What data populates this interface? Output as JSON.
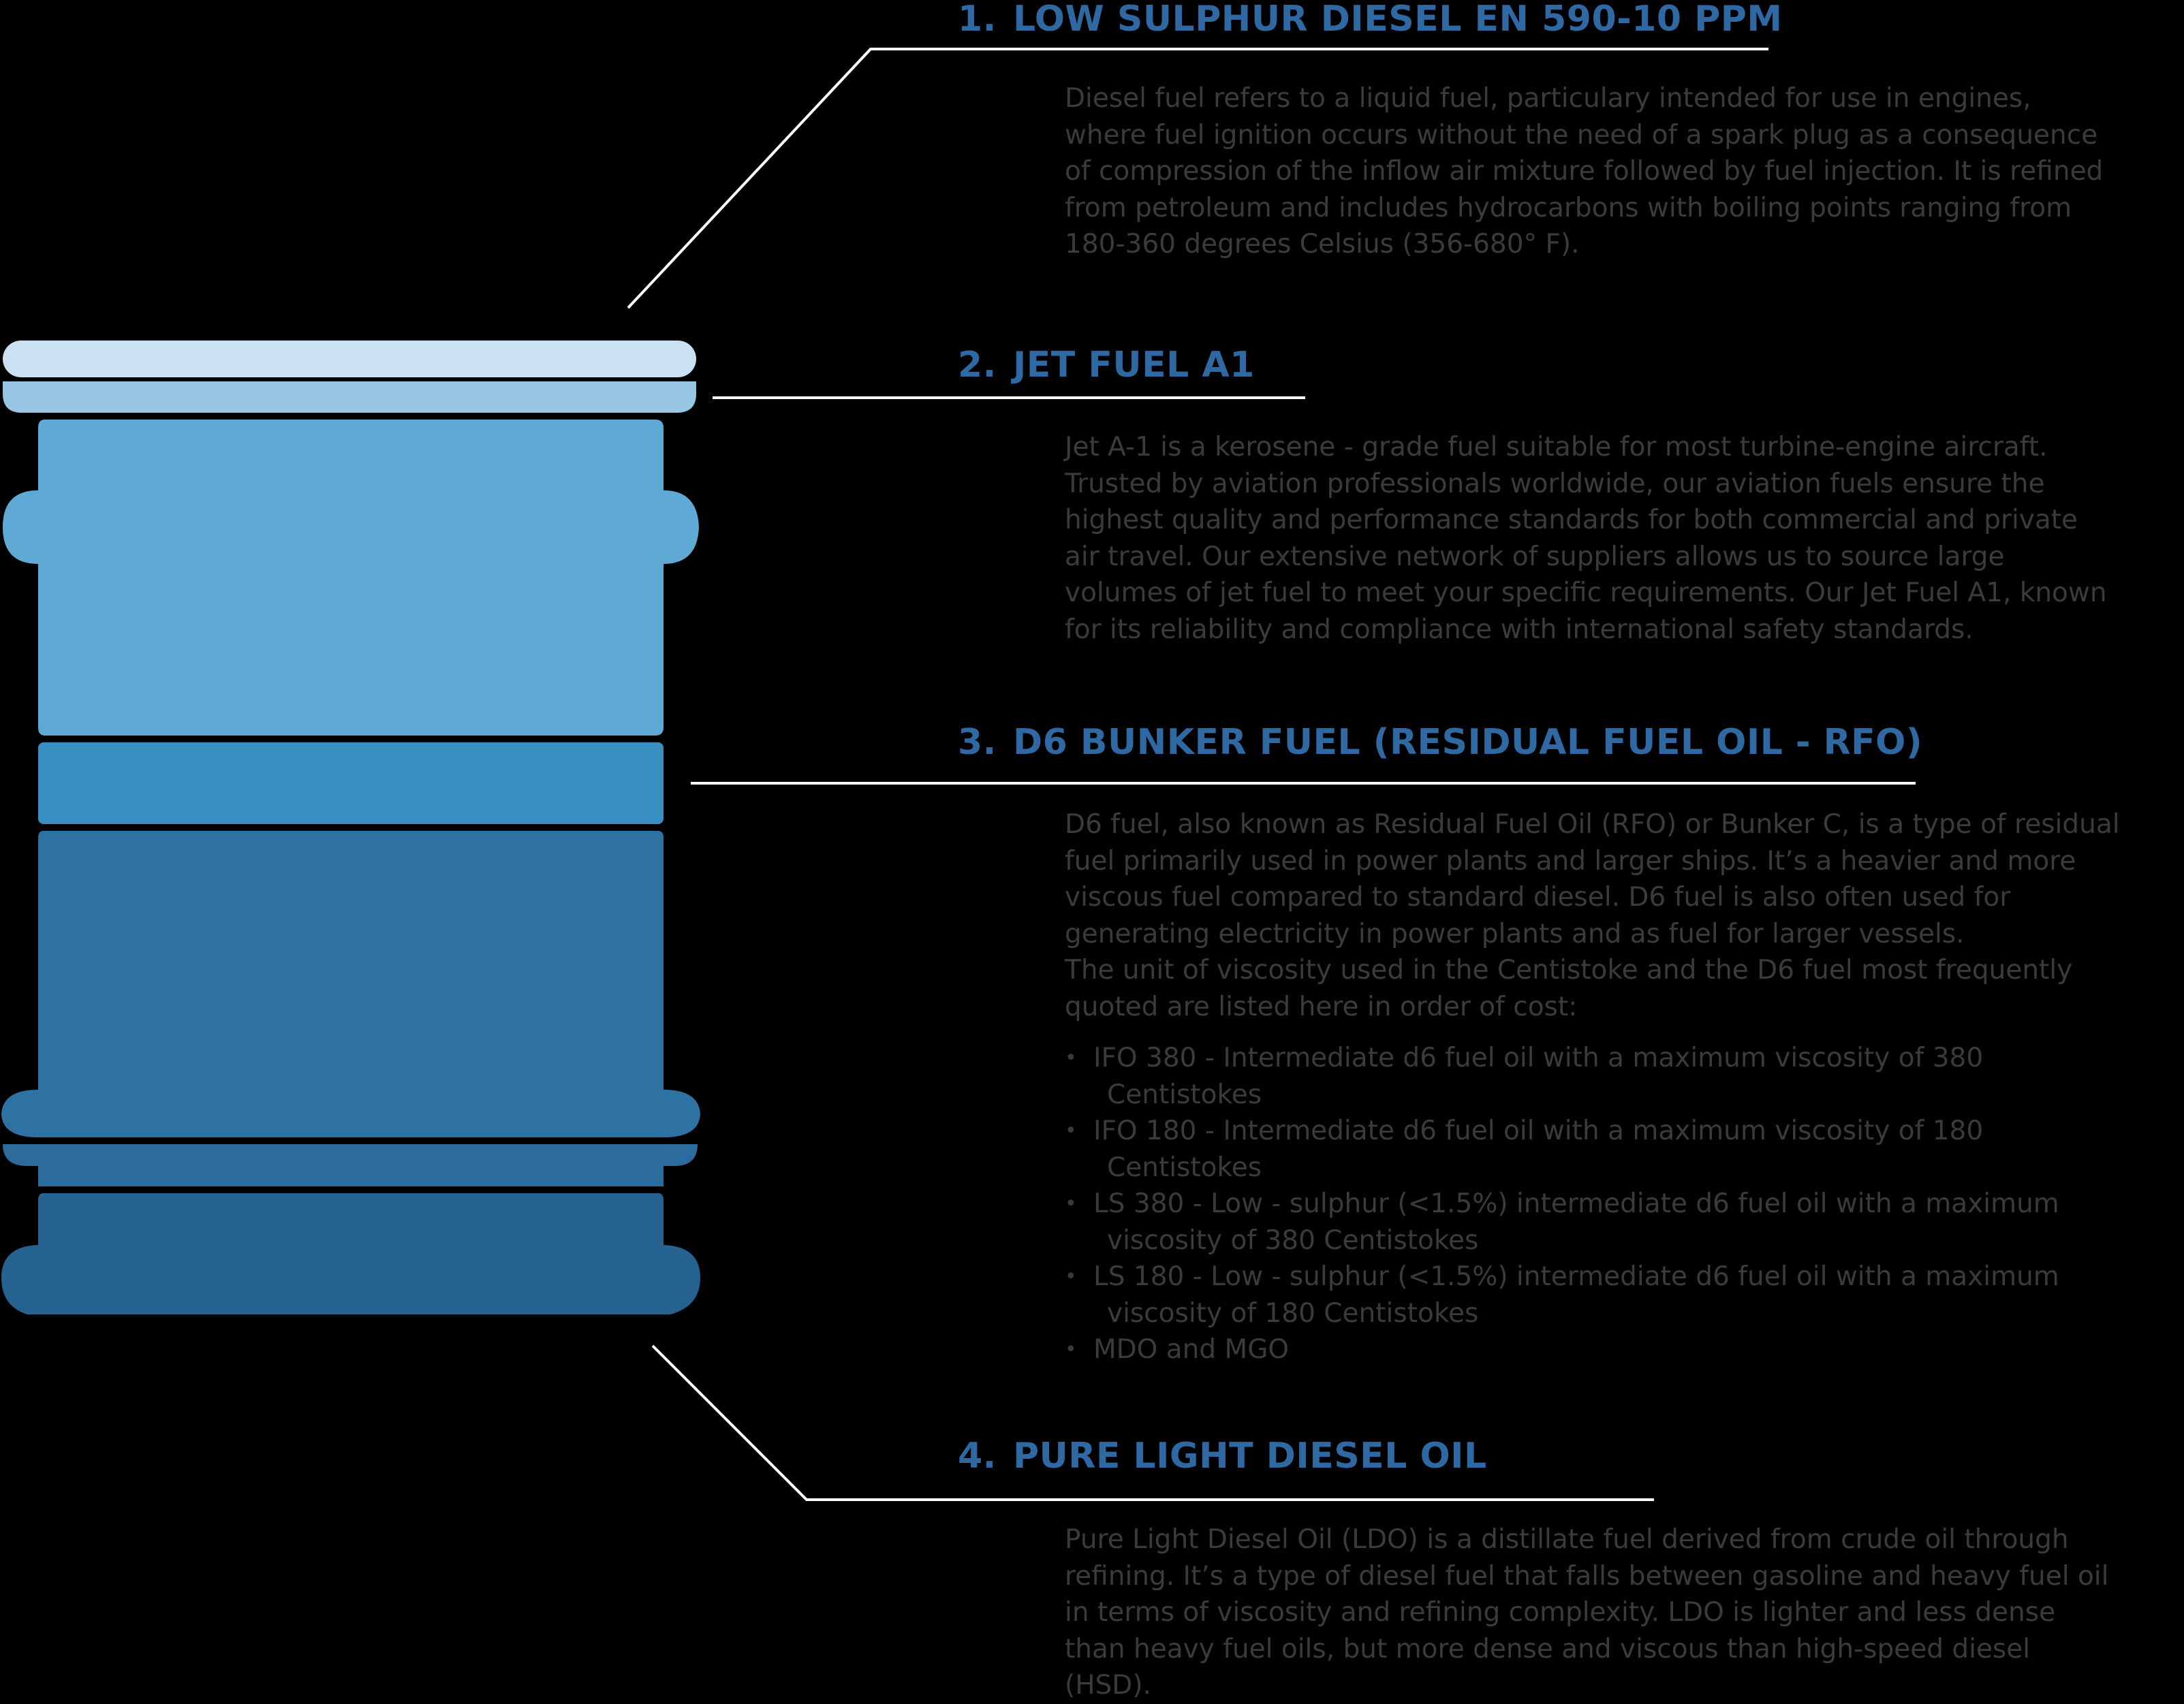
{
  "colors": {
    "background": "#000000",
    "heading": "#2f69a3",
    "body_text": "#3b3b3b",
    "connector": "#ffffff",
    "barrel_lid_top": "#c9e1f1",
    "barrel_lid_bottom": "#9ac6e6",
    "barrel_upper": "#5eaad4",
    "barrel_band": "#3a8fc2",
    "barrel_middle": "#2d72a3",
    "barrel_lower": "#25628f"
  },
  "sections": [
    {
      "number": "1.",
      "title": "LOW SULPHUR DIESEL EN 590-10 PPM",
      "description": [
        "Diesel fuel refers to a liquid fuel, particulary intended for use in engines,",
        "where fuel ignition occurs without the need of a spark plug as a consequence",
        "of compression of the inflow air mixture followed by fuel injection. It is refined",
        "from petroleum and includes hydrocarbons with boiling points ranging from",
        "180-360 degrees Celsius (356-680° F)."
      ]
    },
    {
      "number": "2.",
      "title": "JET FUEL A1",
      "description": [
        "Jet A-1 is a kerosene -  grade fuel suitable for most turbine-engine aircraft.",
        "Trusted by aviation professionals worldwide, our aviation fuels ensure the",
        "highest quality and performance standards for both commercial and private",
        "air travel. Our extensive network of suppliers allows us to source large",
        "volumes of jet fuel to meet your specific requirements. Our Jet Fuel A1, known",
        "for its reliability and compliance with international safety standards."
      ]
    },
    {
      "number": "3.",
      "title": "D6 BUNKER FUEL (RESIDUAL FUEL OIL - RFO)",
      "description": [
        "D6 fuel, also known as Residual Fuel Oil (RFO) or Bunker C, is a type of residual",
        "fuel primarily used in power plants and larger ships. It’s a heavier and more",
        "viscous fuel compared to standard diesel. D6 fuel is also often used for",
        "generating electricity in power plants and as fuel for larger vessels.",
        "The unit of viscosity used in the Centistoke and the D6 fuel most frequently",
        "quoted are listed here in order of cost:"
      ],
      "bullets": [
        [
          "IFO 380 - Intermediate d6 fuel oil with a maximum viscosity of 380",
          "Centistokes"
        ],
        [
          "IFO 180 - Intermediate d6 fuel oil with a maximum viscosity of 180",
          "Centistokes"
        ],
        [
          "LS 380 - Low - sulphur (<1.5%) intermediate d6 fuel oil with a maximum",
          "viscosity of 380 Centistokes"
        ],
        [
          "LS 180 - Low - sulphur (<1.5%) intermediate d6 fuel oil with a maximum",
          "viscosity of 180 Centistokes"
        ],
        [
          "MDO and MGO"
        ]
      ]
    },
    {
      "number": "4.",
      "title": "PURE LIGHT DIESEL OIL",
      "description": [
        "Pure Light Diesel Oil (LDO) is a distillate fuel derived from crude oil through",
        "refining. It’s a type of diesel fuel that falls between gasoline and heavy fuel oil",
        "in terms of viscosity and refining complexity. LDO is lighter and less dense",
        "than heavy fuel oils, but more dense and viscous than high-speed diesel",
        "(HSD)."
      ]
    }
  ]
}
